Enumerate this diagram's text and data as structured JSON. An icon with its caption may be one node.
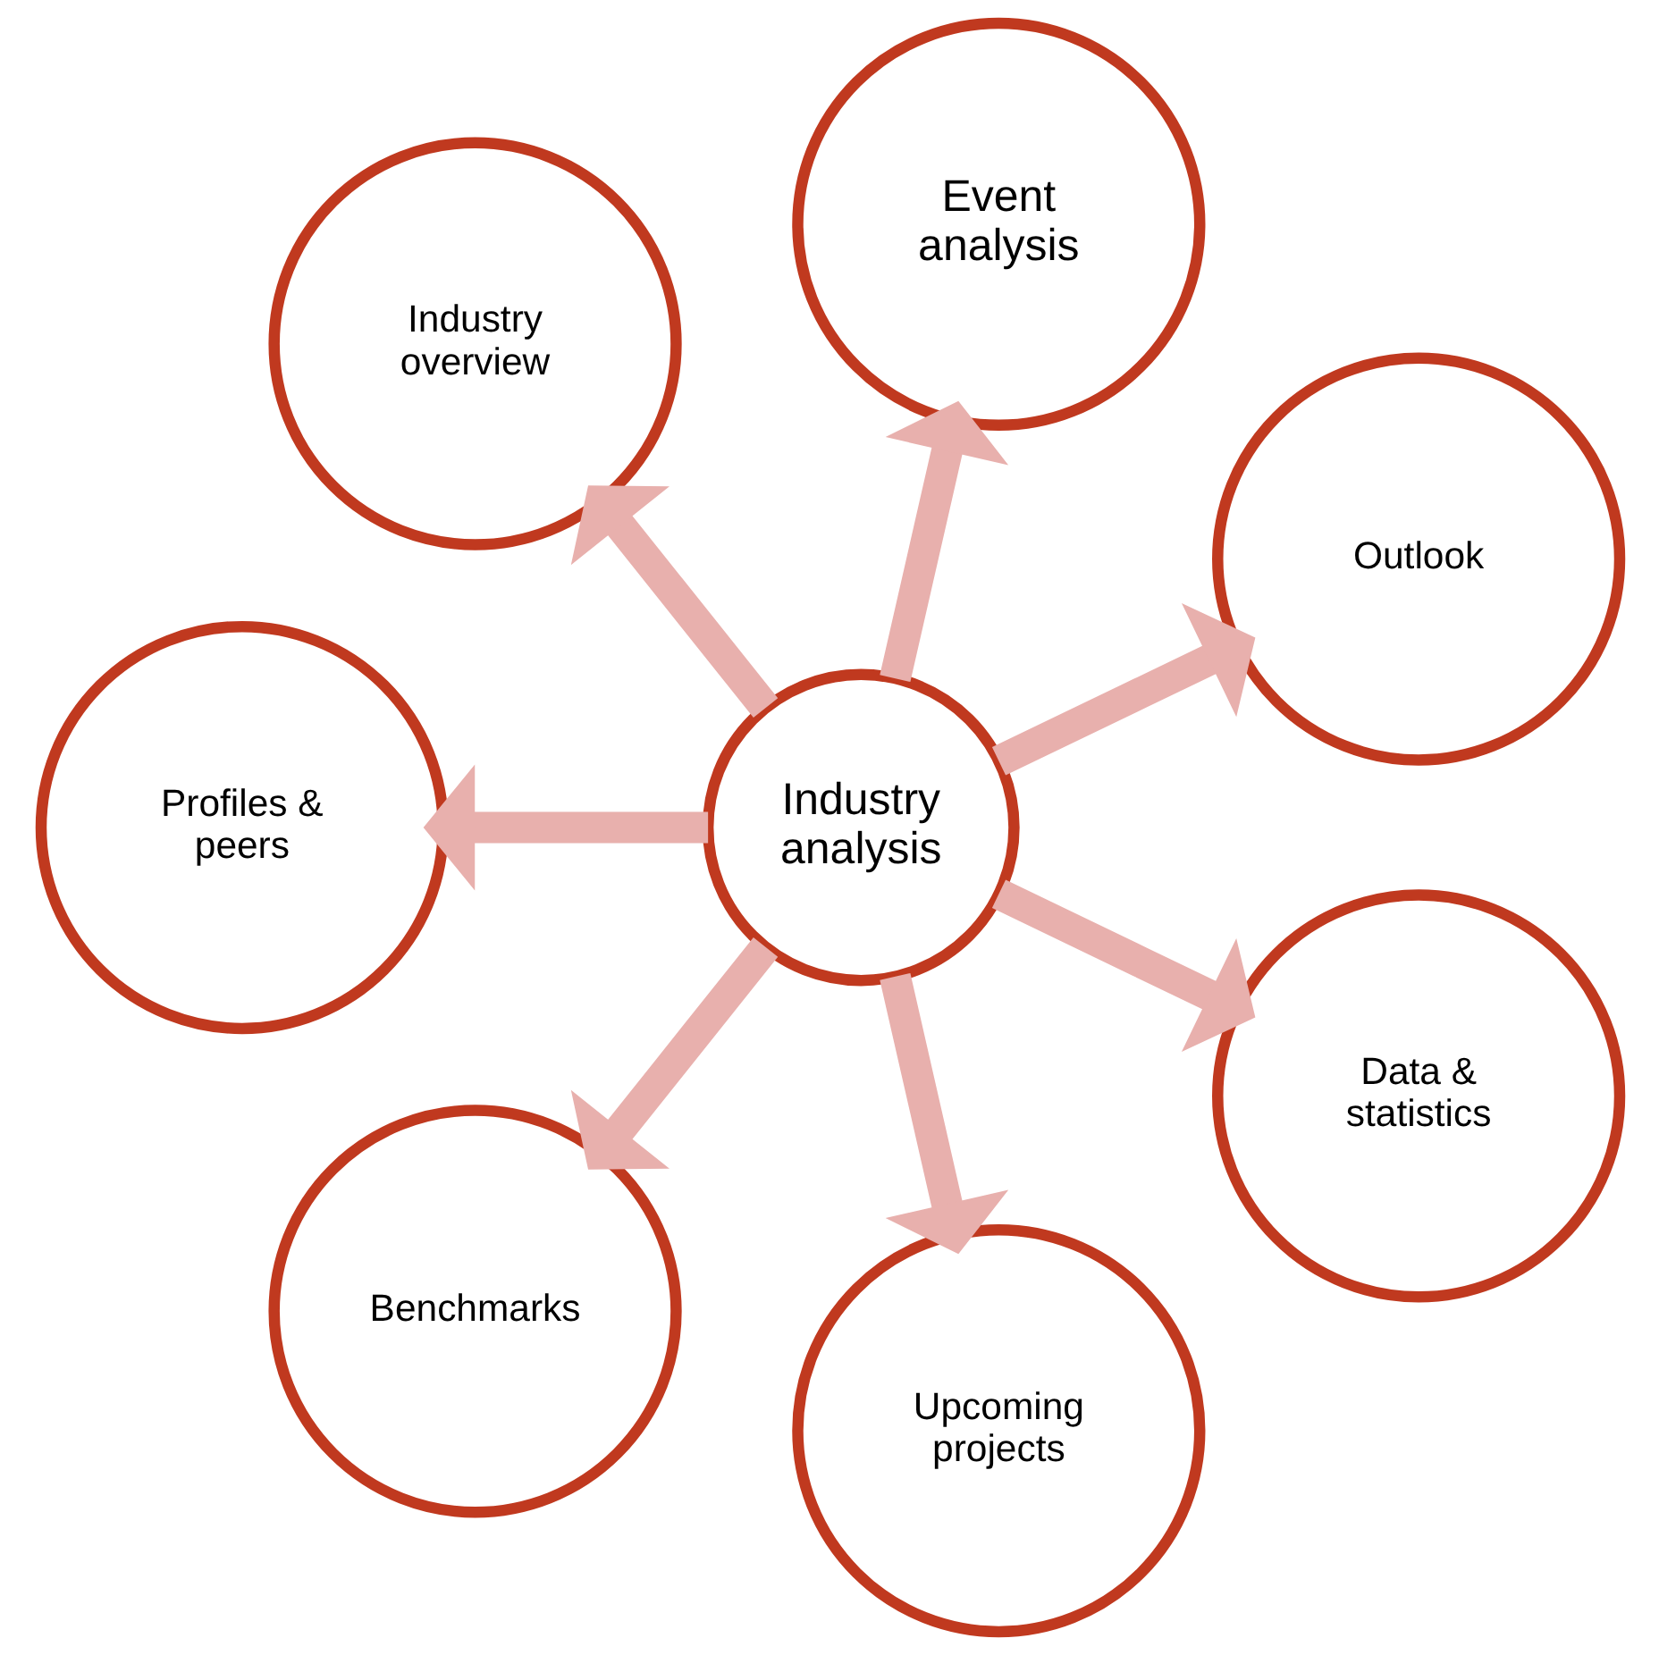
{
  "diagram": {
    "nodes": [
      {
        "text": [
          "Industry analysis"
        ]
      },
      {
        "text": [
          "Outlook"
        ]
      },
      {
        "text": [
          "Event analysis"
        ]
      },
      {
        "text": [
          "Industry overview"
        ]
      },
      {
        "text": [
          "Profiles & peers"
        ]
      },
      {
        "text": [
          "Benchmarks"
        ]
      },
      {
        "text": [
          "Upcoming projects"
        ]
      },
      {
        "text": [
          "Data & statistics"
        ]
      }
    ],
    "edges": [
      {
        "from": 0,
        "to": 1,
        "arrow": "to"
      },
      {
        "from": 0,
        "to": 2,
        "arrow": "to"
      },
      {
        "from": 0,
        "to": 3,
        "arrow": "to"
      },
      {
        "from": 0,
        "to": 4,
        "arrow": "to"
      },
      {
        "from": 0,
        "to": 5,
        "arrow": "to"
      },
      {
        "from": 0,
        "to": 6,
        "arrow": "to"
      },
      {
        "from": 0,
        "to": 7,
        "arrow": "to"
      }
    ]
  }
}
